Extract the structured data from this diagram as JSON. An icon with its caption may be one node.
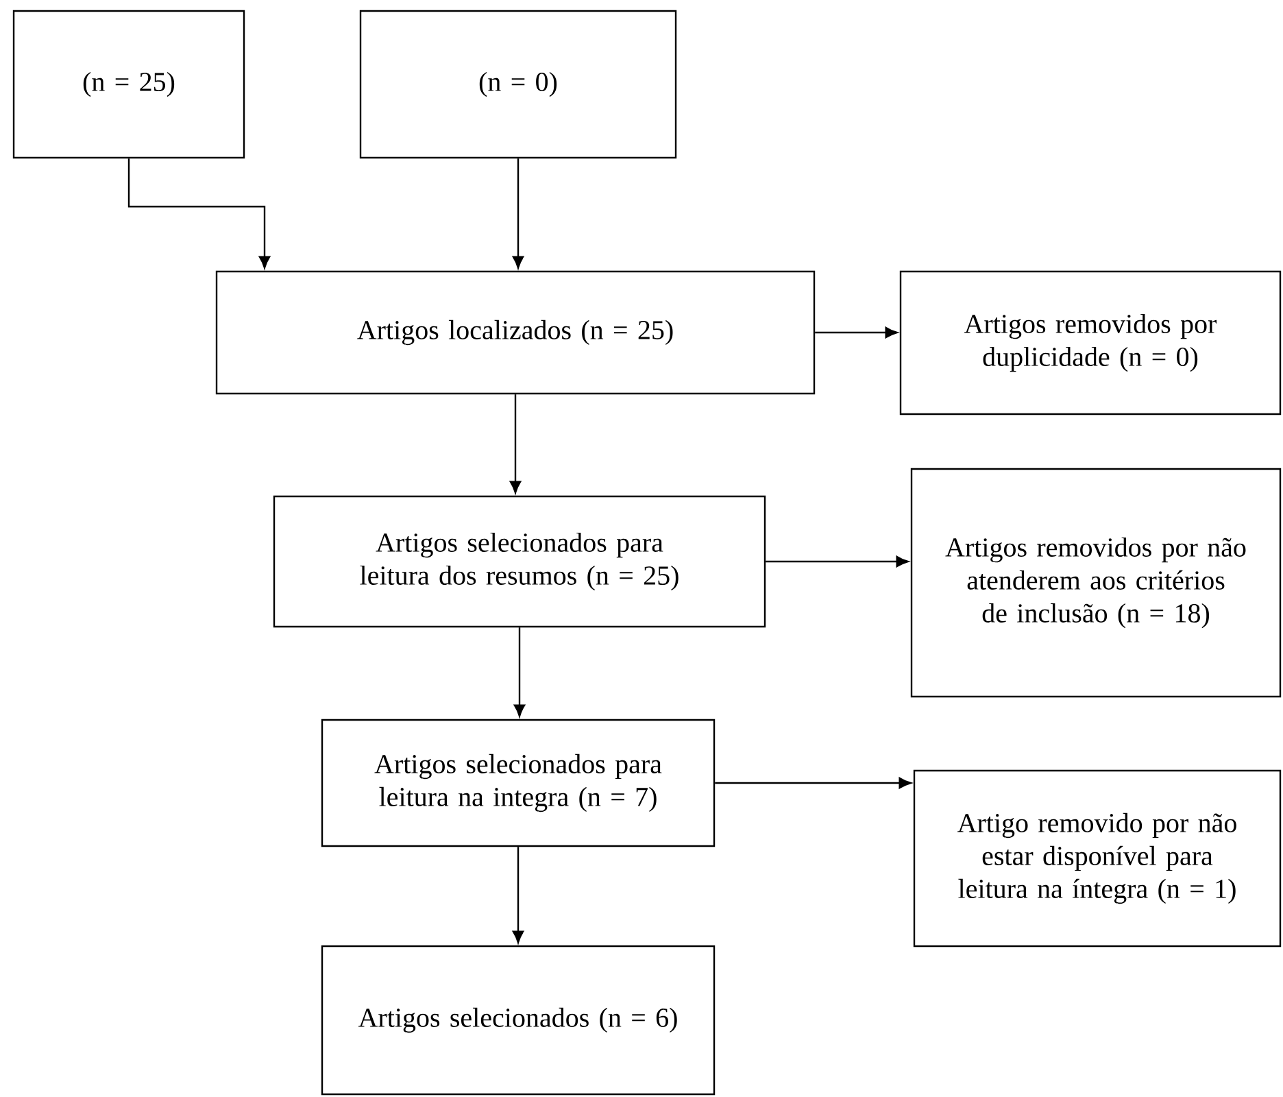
{
  "diagram": {
    "nodes": [
      {
        "text": [
          "(n = 25)"
        ]
      },
      {
        "text": [
          "(n = 0)"
        ]
      },
      {
        "text": [
          "Artigos localizados (n = 25)"
        ]
      },
      {
        "text": [
          "Artigos removidos por duplicidade (n = 0)"
        ]
      },
      {
        "text": [
          "Artigos selecionados para leitura dos resumos (n = 25)"
        ]
      },
      {
        "text": [
          "Artigos removidos por não atenderem aos critérios de inclusão (n = 18)"
        ]
      },
      {
        "text": [
          "Artigos selecionados para leitura na integra (n = 7)"
        ]
      },
      {
        "text": [
          "Artigo removido por não estar disponível para leitura na íntegra (n = 1)"
        ]
      },
      {
        "text": [
          "Artigos selecionados (n = 6)"
        ]
      }
    ],
    "edges": [
      {
        "from": 0,
        "to": 2,
        "arrow": "to"
      },
      {
        "from": 1,
        "to": 2,
        "arrow": "to"
      },
      {
        "from": 2,
        "to": 3,
        "arrow": "to"
      },
      {
        "from": 2,
        "to": 4,
        "arrow": "to"
      },
      {
        "from": 4,
        "to": 5,
        "arrow": "to"
      },
      {
        "from": 4,
        "to": 6,
        "arrow": "to"
      },
      {
        "from": 6,
        "to": 7,
        "arrow": "to"
      },
      {
        "from": 6,
        "to": 8,
        "arrow": "to"
      }
    ]
  }
}
